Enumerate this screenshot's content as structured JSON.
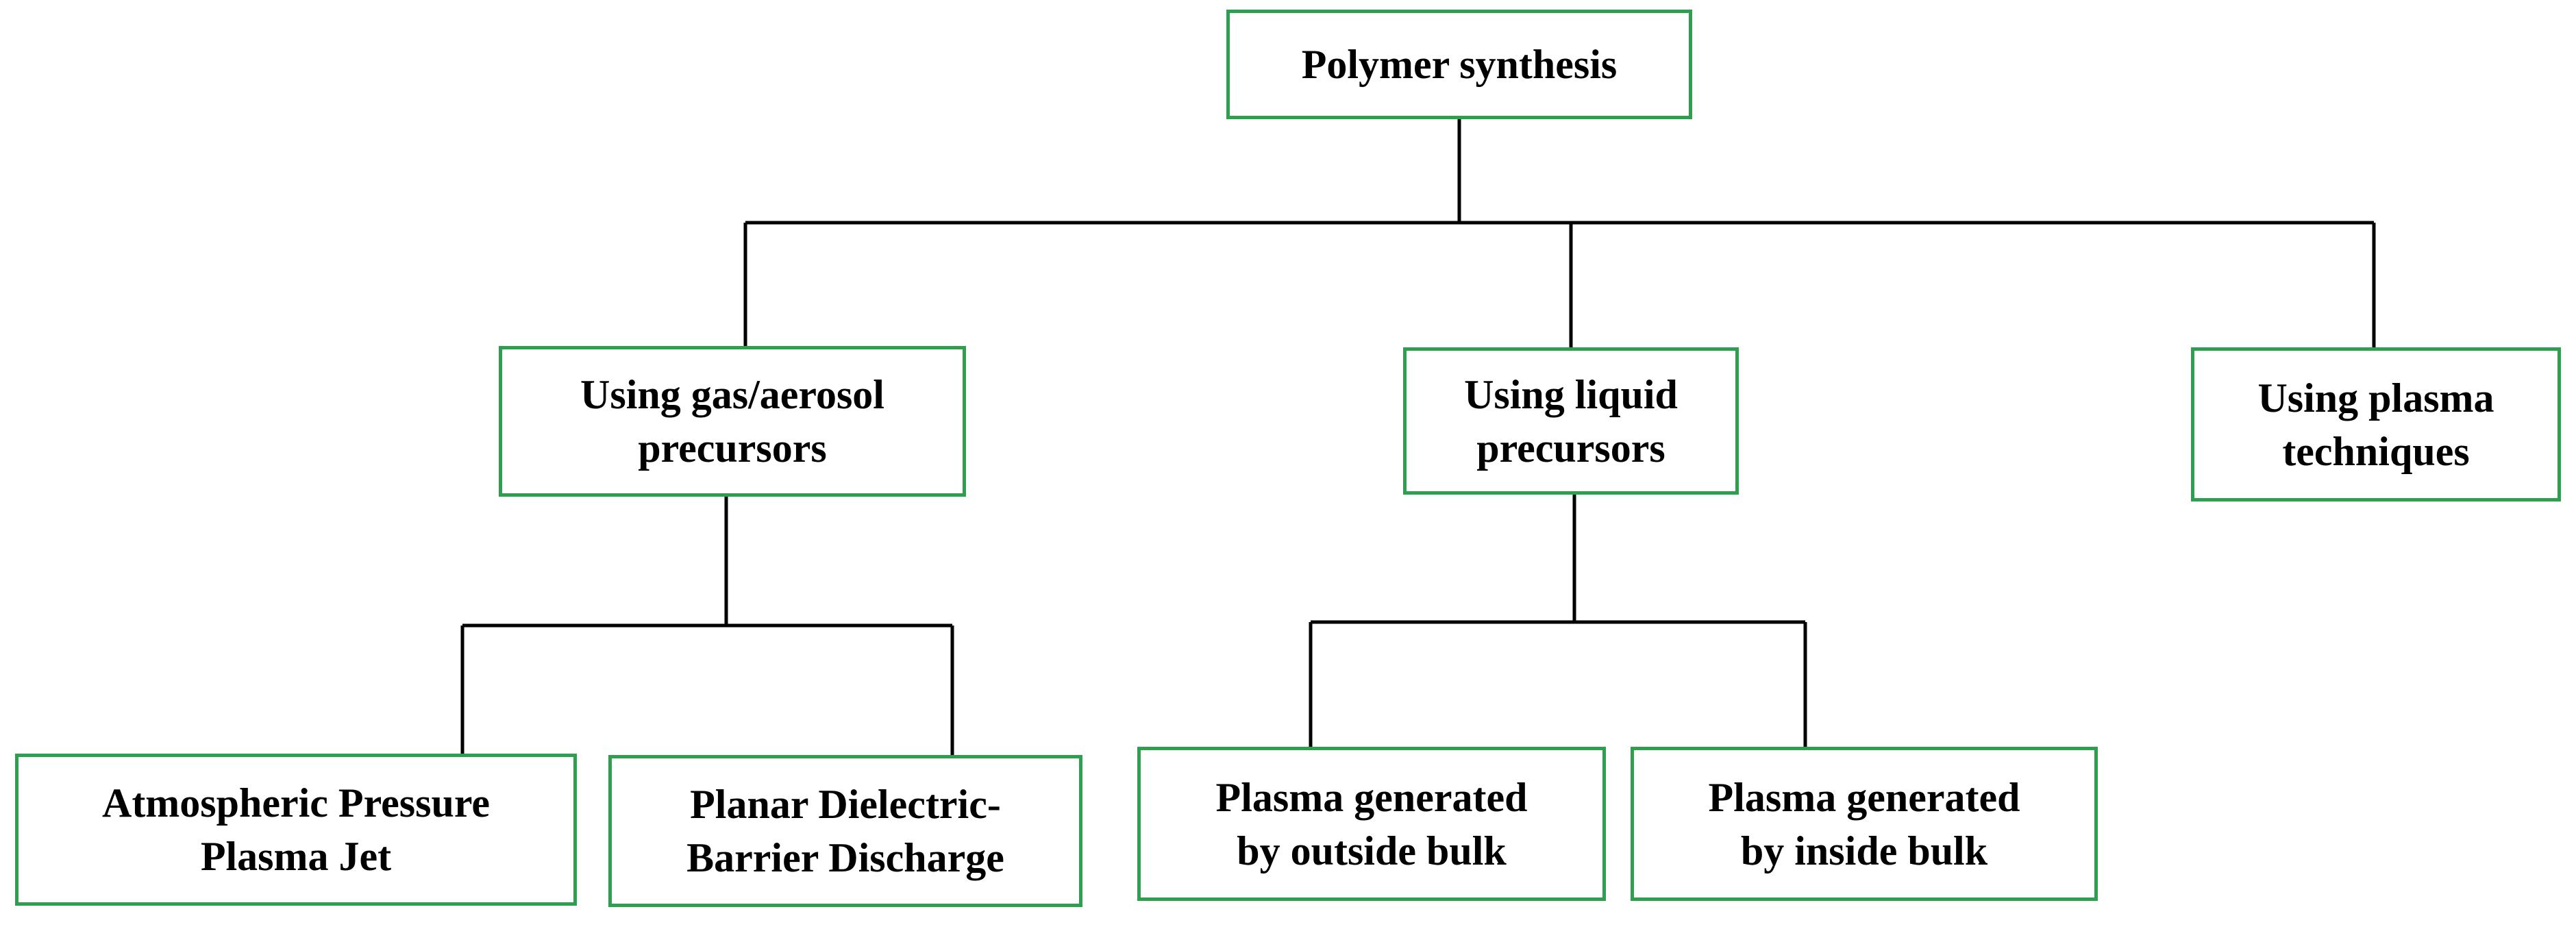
{
  "diagram": {
    "root": {
      "label": "Polymer synthesis"
    },
    "branches": {
      "gas_aerosol": {
        "label": "Using gas/aerosol\nprecursors",
        "children": {
          "apj": {
            "label": "Atmospheric Pressure\nPlasma Jet"
          },
          "pdbd": {
            "label": "Planar Dielectric-\nBarrier Discharge"
          }
        }
      },
      "liquid": {
        "label": "Using liquid\nprecursors",
        "children": {
          "outside": {
            "label": "Plasma generated\nby outside bulk"
          },
          "inside": {
            "label": "Plasma generated\nby inside bulk"
          }
        }
      },
      "plasma_techniques": {
        "label": "Using plasma\ntechniques"
      }
    },
    "colors": {
      "box_border": "#2e9e4f",
      "connector": "#000000",
      "text": "#000000",
      "background": "#ffffff"
    }
  }
}
